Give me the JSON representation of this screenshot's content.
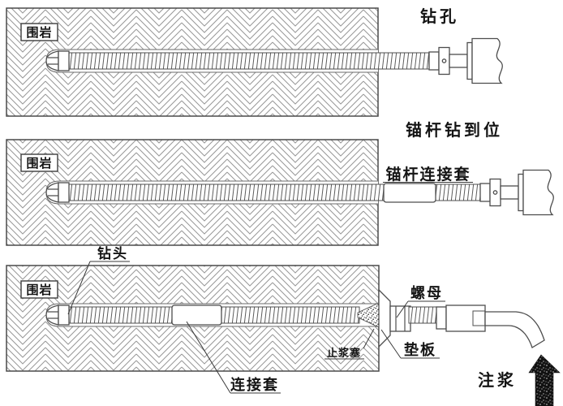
{
  "panels": {
    "step1": {
      "step_label": "钻孔",
      "rock_label": "围岩"
    },
    "step2": {
      "step_label": "锚杆钻到位",
      "rock_label": "围岩",
      "coupling_label": "锚杆连接套"
    },
    "step3": {
      "rock_label": "围岩",
      "drill_bit_label": "钻头",
      "coupling_label": "连接套",
      "nut_label": "螺母",
      "plate_label": "垫板",
      "grout_stopper_label": "止浆塞",
      "grouting_label": "注浆"
    }
  },
  "colors": {
    "background": "#ffffff",
    "outline": "#4d4d4d",
    "hatch_line": "#979797",
    "text": "#141414",
    "grout_arrow_fill": "#111111"
  }
}
